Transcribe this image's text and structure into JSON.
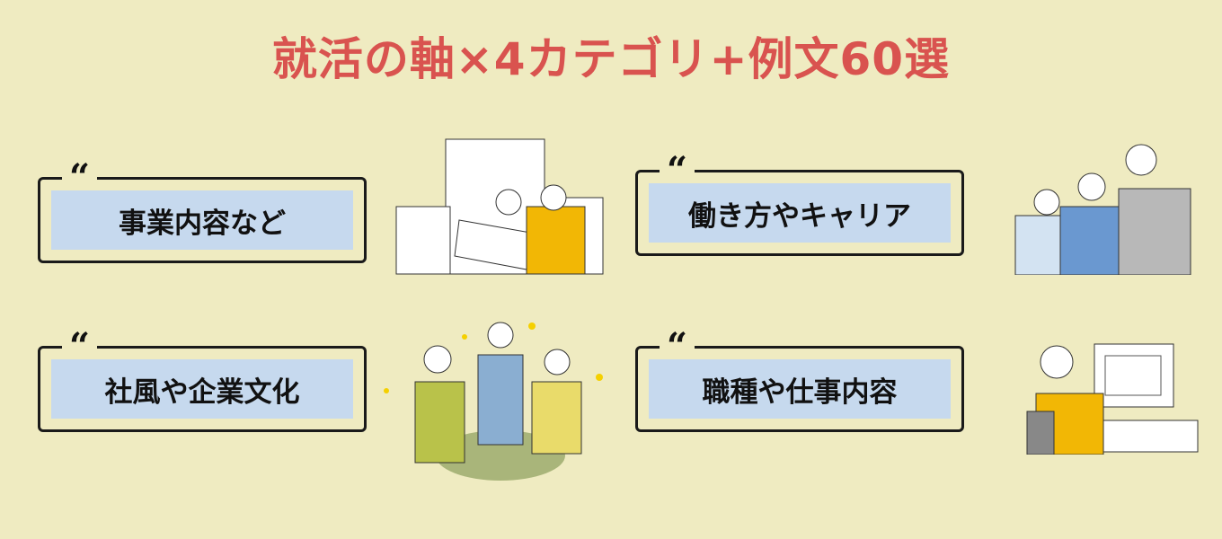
{
  "title": "就活の軸×4カテゴリ+例文60選",
  "quote_mark": "“",
  "cards": [
    {
      "label": "事業内容など"
    },
    {
      "label": "働き方やキャリア"
    },
    {
      "label": "社風や企業文化"
    },
    {
      "label": "職種や仕事内容"
    }
  ],
  "colors": {
    "background": "#efebc1",
    "title": "#d9534f",
    "card_fill": "#c6d9ee"
  }
}
